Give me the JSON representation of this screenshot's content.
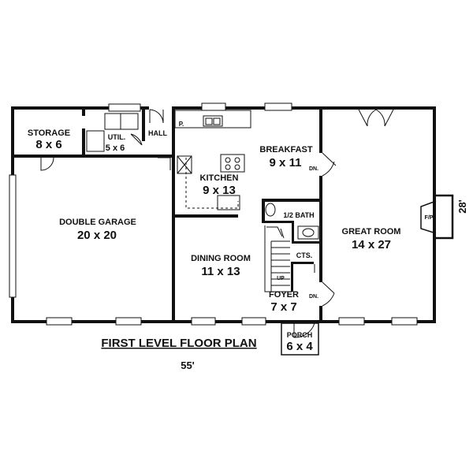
{
  "plan_title": "FIRST LEVEL FLOOR PLAN",
  "width_dimension": "55'",
  "depth_dimension": "28'",
  "rooms": {
    "storage": {
      "name": "STORAGE",
      "size": "8 x 6"
    },
    "util": {
      "name": "UTIL.",
      "size": "5 x 6"
    },
    "hall": {
      "name": "HALL"
    },
    "garage": {
      "name": "DOUBLE GARAGE",
      "size": "20 x 20"
    },
    "kitchen": {
      "name": "KITCHEN",
      "size": "9 x 13"
    },
    "breakfast": {
      "name": "BREAKFAST",
      "size": "9 x 11"
    },
    "half_bath": {
      "name": "1/2 BATH"
    },
    "great_room": {
      "name": "GREAT ROOM",
      "size": "14 x 27"
    },
    "dining": {
      "name": "DINING ROOM",
      "size": "11 x 13"
    },
    "foyer": {
      "name": "FOYER",
      "size": "7 x 7"
    },
    "closet": {
      "name": "CTS."
    },
    "porch": {
      "name": "PORCH",
      "size": "6 x 4"
    }
  },
  "marks": {
    "pantry": "P.",
    "fireplace": "F/P",
    "stair_up": "UP",
    "down_breakfast": "DN.",
    "down_foyer": "DN."
  }
}
